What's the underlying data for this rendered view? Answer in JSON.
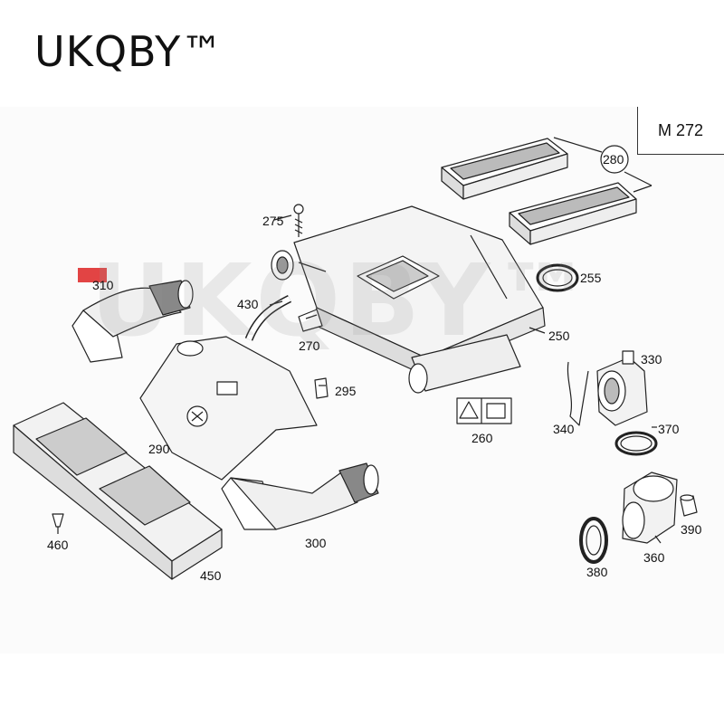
{
  "brand": {
    "wordmark": "UKQBY™"
  },
  "model_label": "M 272",
  "watermark": "UKQBY™",
  "part_labels": {
    "p250": "250",
    "p255": "255",
    "p260": "260",
    "p270": "270",
    "p275": "275",
    "p280": "280",
    "p290": "290",
    "p295": "295",
    "p300": "300",
    "p310": "310",
    "p330": "330",
    "p340": "340",
    "p360": "360",
    "p370": "370",
    "p380": "380",
    "p390": "390",
    "p430": "430",
    "p450": "450",
    "p460": "460"
  },
  "colors": {
    "highlight": "#e24444",
    "line": "#222222"
  }
}
